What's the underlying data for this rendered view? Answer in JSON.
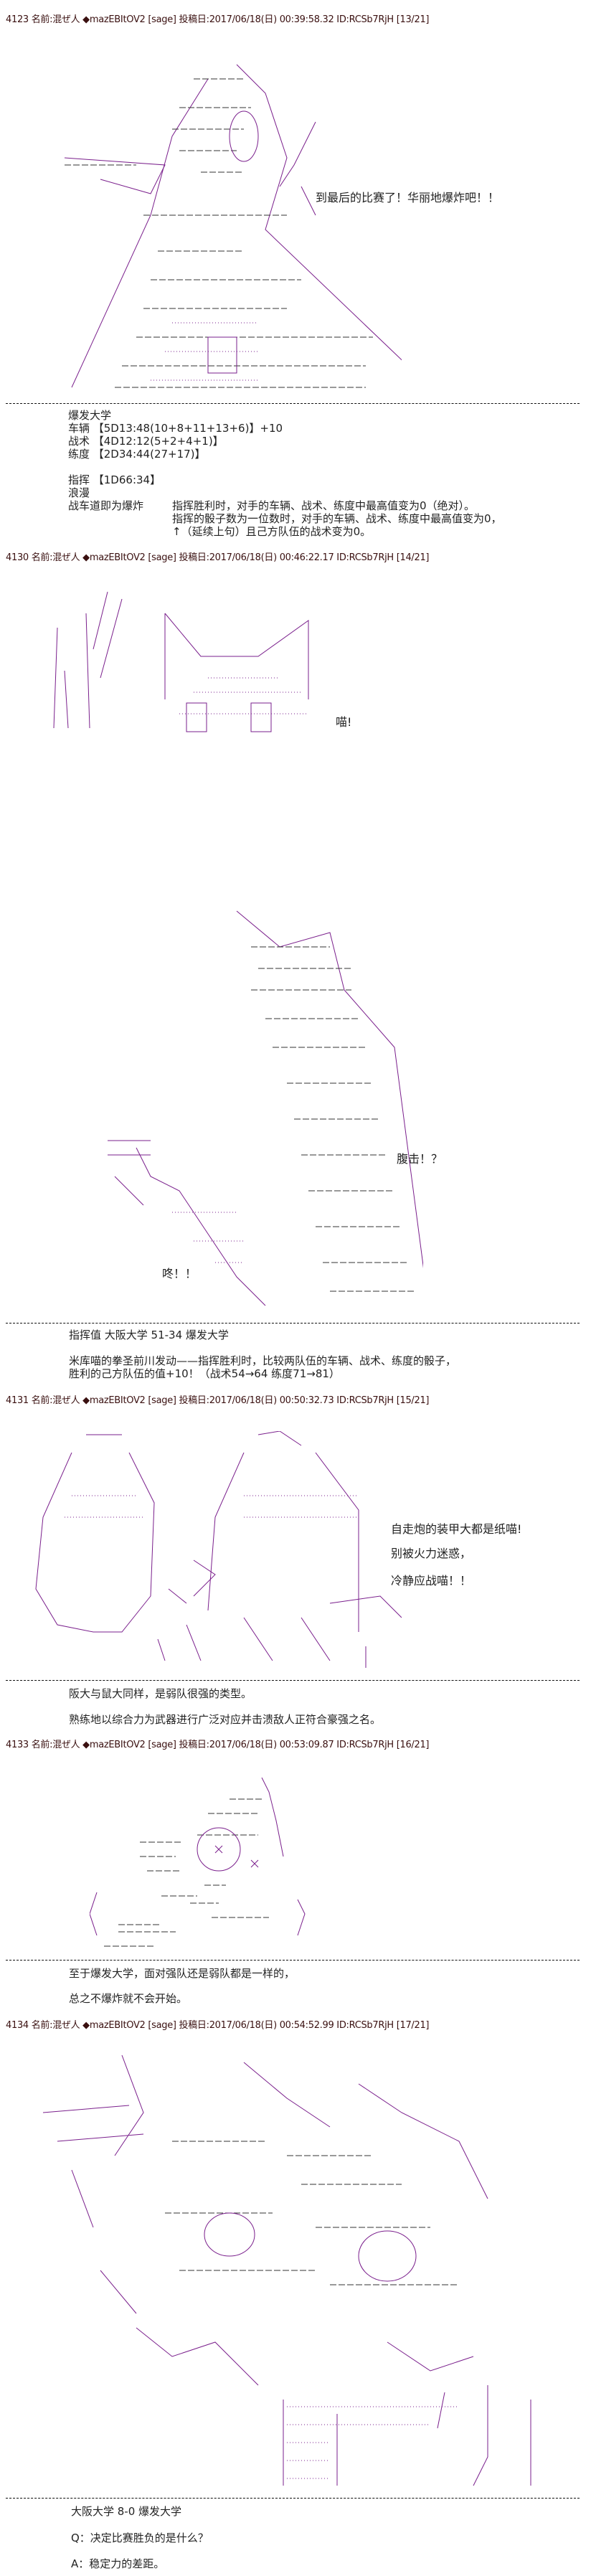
{
  "posts": [
    {
      "header": "4123 名前:混ぜ人 ◆mazEBItOV2 [sage] 投稿日:2017/06/18(日) 00:39:58.32 ID:RCSb7RjH [13/21]",
      "speech": [
        "到最后的比赛了！华丽地爆炸吧！！"
      ],
      "body": [
        "爆发大学",
        "车辆 【5D13:48(10+8+11+13+6)】+10",
        "战术 【4D12:12(5+2+4+1)】",
        "练度 【2D34:44(27+17)】",
        "指挥 【1D66:34】",
        "浪漫",
        "战车道即为爆炸"
      ],
      "skill_desc": [
        "指挥胜利时，对手的车辆、战术、练度中最高值变为0（绝对）。",
        "指挥的骰子数为一位数时，对手的车辆、战术、练度中最高值变为0，",
        "↑（延续上句）且己方队伍的战术变为0。"
      ]
    },
    {
      "header": "4130 名前:混ぜ人 ◆mazEBItOV2 [sage] 投稿日:2017/06/18(日) 00:46:22.17 ID:RCSb7RjH [14/21]",
      "speech": [
        "喵!",
        "腹击！？",
        "咚！！"
      ],
      "body": [
        "指挥值 大阪大学 51-34 爆发大学",
        "米库喵的拳圣前川发动——指挥胜利时，比较两队伍的车辆、战术、练度的骰子，",
        "胜利的己方队伍的值+10！（战术54→64 练度71→81）"
      ]
    },
    {
      "header": "4131 名前:混ぜ人 ◆mazEBItOV2 [sage] 投稿日:2017/06/18(日) 00:50:32.73 ID:RCSb7RjH [15/21]",
      "speech": [
        "自走炮的装甲大都是纸喵!",
        "别被火力迷惑，",
        "冷静应战喵！！"
      ],
      "body": [
        "阪大与鼠大同样，是弱队很强的类型。",
        "熟练地以综合力为武器进行广泛对应并击溃敌人正符合豪强之名。"
      ]
    },
    {
      "header": "4133 名前:混ぜ人 ◆mazEBItOV2 [sage] 投稿日:2017/06/18(日) 00:53:09.87 ID:RCSb7RjH [16/21]",
      "body": [
        "至于爆发大学，面对强队还是弱队都是一样的，",
        "总之不爆炸就不会开始。"
      ]
    },
    {
      "header": "4134 名前:混ぜ人 ◆mazEBItOV2 [sage] 投稿日:2017/06/18(日) 00:54:52.99 ID:RCSb7RjH [17/21]",
      "body": [
        "大阪大学 8-0 爆发大学",
        "Q：决定比赛胜负的是什么？",
        "A：稳定力的差距。"
      ]
    }
  ],
  "colors": {
    "ascii_art": "#7a1f8c",
    "header": "#3a1010"
  }
}
